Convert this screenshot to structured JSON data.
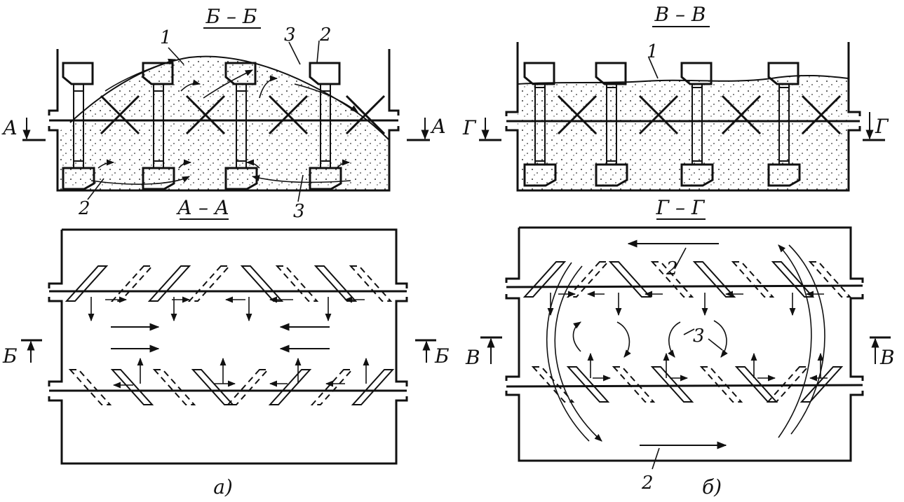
{
  "panel_a": {
    "section_bb_title": "Б – Б",
    "section_aa_title": "А – А",
    "cut_left": "А",
    "cut_right": "А",
    "plan_cut_left": "Б",
    "plan_cut_right": "Б",
    "label_1": "1",
    "label_2_top": "2",
    "label_3_top": "3",
    "label_2_bottom": "2",
    "label_3_bottom": "3",
    "caption": "а)"
  },
  "panel_b": {
    "section_vv_title": "В – В",
    "section_gg_title": "Г – Г",
    "cut_left": "Г",
    "cut_right": "Г",
    "plan_cut_left": "В",
    "plan_cut_right": "В",
    "label_1": "1",
    "label_2_top": "2",
    "label_3": "3",
    "label_2_bottom": "2",
    "caption": "б)"
  }
}
